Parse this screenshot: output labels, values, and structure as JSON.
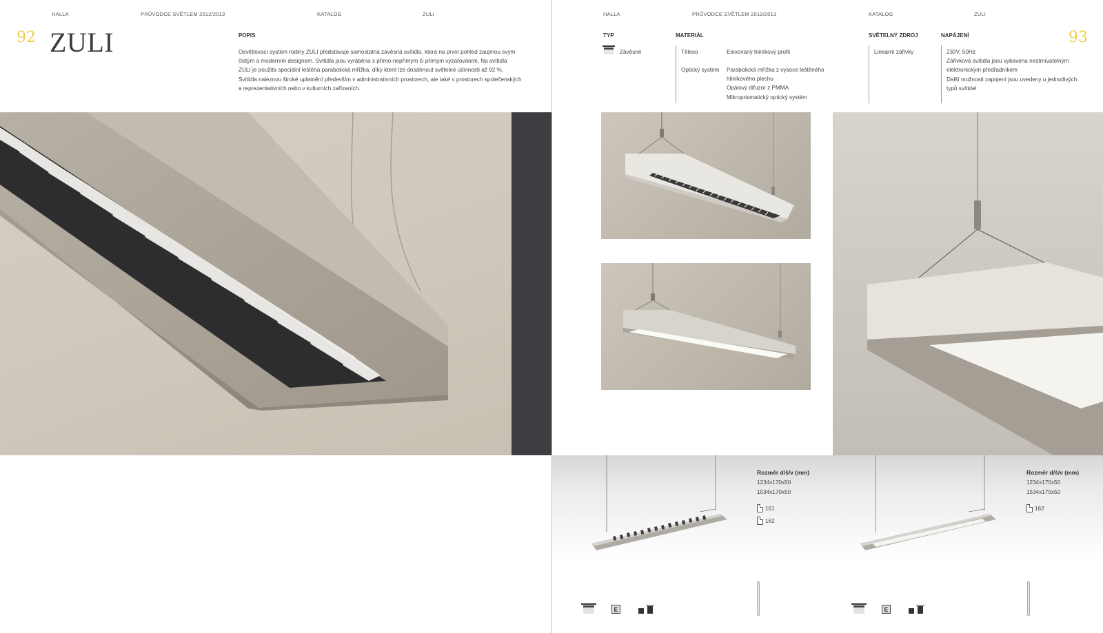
{
  "left_page": {
    "header": {
      "brand": "HALLA",
      "guide": "PRŮVODCE SVĚTLEM 2012/2013",
      "section": "KATALOG",
      "product": "ZULI"
    },
    "page_number": "92",
    "product_title": "ZULI",
    "description": {
      "label": "POPIS",
      "lines": [
        "Osvětlovací systém rodiny ZULI představuje samostatná závěsná svítidla, která na první pohled zaujmou svým",
        "čistým a moderním designem. Svítidla jsou vyráběna s přímo-nepřímým či přímým vyzařováním. Na svítidla",
        "ZULI je použita speciální leštěná parabolická mřížka, díky které lze dosáhnout světelné účinnosti až 92 %.",
        "Svítidla naleznou široké uplatnění především v administrativních prostorech, ale také v prostorech společenských",
        "a reprezentativních nebo v kulturních zařízeních."
      ]
    }
  },
  "right_page": {
    "header": {
      "brand": "HALLA",
      "guide": "PRŮVODCE SVĚTLEM 2012/2013",
      "section": "KATALOG",
      "product": "ZULI"
    },
    "page_number": "93",
    "spec": {
      "type_label": "TYP",
      "type_value": "Závěsné",
      "material_label": "MATERIÁL",
      "material_rows": [
        {
          "key": "Těleso",
          "values": [
            "Eloxovaný hliníkový profil"
          ]
        },
        {
          "key": "Optický systém",
          "values": [
            "Parabolická mřížka z vysoce leštěného",
            "hliníkového plechu",
            "Opálový difuzor z PMMA",
            "Mikroprismatický optický systém"
          ]
        }
      ],
      "light_source_label": "SVĚTELNÝ ZDROJ",
      "light_source_value": "Lineární zářivky",
      "power_label": "NAPÁJENÍ",
      "power_lines": [
        "230V, 50Hz",
        "Zářivková svítidla jsou vybavena nestmívatelným",
        "elektronickým předřadníkem",
        "Další možnosti zapojení jsou uvedeny u jednotlivých",
        "typů svítidel"
      ]
    },
    "products": [
      {
        "dim_title": "Rozměr d/š/v (mm)",
        "dims": [
          "1234x170x50",
          "1534x170x50"
        ],
        "refs": [
          "161",
          "162"
        ],
        "energy_class": "E"
      },
      {
        "dim_title": "Rozměr d/š/v (mm)",
        "dims": [
          "1234x170x50",
          "1534x170x50"
        ],
        "refs": [
          "162"
        ],
        "energy_class": "E"
      }
    ]
  },
  "colors": {
    "page_number": "#f2c94c",
    "dark_strip": "#3e3d42",
    "luminaire": "#a8a29a"
  }
}
